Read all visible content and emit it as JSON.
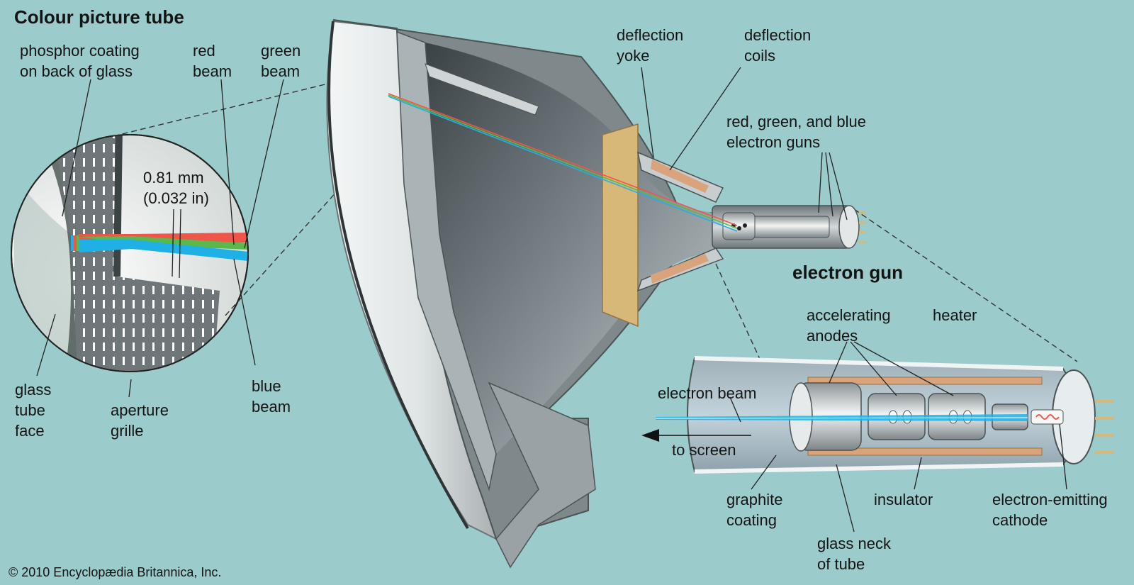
{
  "title": "Colour picture tube",
  "copyright": "© 2010 Encyclopædia Britannica, Inc.",
  "electron_gun_heading": "electron gun",
  "labels": {
    "phosphor_coating": "phosphor coating\non back of glass",
    "red_beam": "red\nbeam",
    "green_beam": "green\nbeam",
    "pitch": "0.81 mm\n(0.032 in)",
    "glass_tube_face": "glass\ntube\nface",
    "aperture_grille": "aperture\ngrille",
    "blue_beam": "blue\nbeam",
    "deflection_yoke": "deflection\nyoke",
    "deflection_coils": "deflection\ncoils",
    "electron_guns": "red, green, and blue\nelectron guns",
    "accelerating_anodes": "accelerating\nanodes",
    "heater": "heater",
    "electron_beam": "electron beam",
    "to_screen": "to screen",
    "graphite_coating": "graphite\ncoating",
    "insulator": "insulator",
    "electron_emitting_cathode": "electron-emitting\ncathode",
    "glass_neck": "glass neck\nof tube"
  },
  "colors": {
    "background": "#9ccbcc",
    "red_beam": "#f0554a",
    "green_beam": "#5cb84a",
    "blue_beam": "#1fb0e6",
    "copper": "#d9a47c",
    "gold": "#d8b878"
  }
}
